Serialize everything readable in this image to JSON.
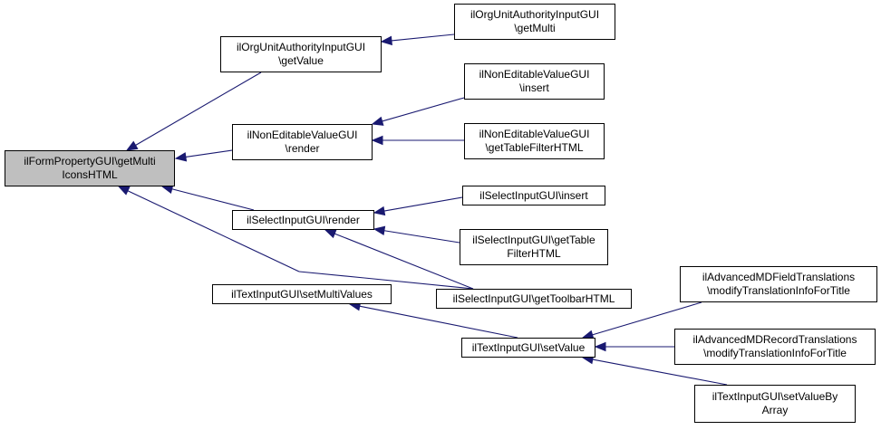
{
  "diagram": {
    "edge_color": "#191970",
    "root_fill": "#bfbfbf",
    "node_fill": "#ffffff",
    "nodes": [
      {
        "id": "root",
        "lines": [
          "ilFormPropertyGUI\\getMulti",
          "IconsHTML"
        ]
      },
      {
        "id": "org_getvalue",
        "lines": [
          "ilOrgUnitAuthorityInputGUI",
          "\\getValue"
        ]
      },
      {
        "id": "org_getmulti",
        "lines": [
          "ilOrgUnitAuthorityInputGUI",
          "\\getMulti"
        ]
      },
      {
        "id": "ne_render",
        "lines": [
          "ilNonEditableValueGUI",
          "\\render"
        ]
      },
      {
        "id": "ne_insert",
        "lines": [
          "ilNonEditableValueGUI",
          "\\insert"
        ]
      },
      {
        "id": "ne_gettable",
        "lines": [
          "ilNonEditableValueGUI",
          "\\getTableFilterHTML"
        ]
      },
      {
        "id": "sel_render",
        "lines": [
          "ilSelectInputGUI\\render"
        ]
      },
      {
        "id": "sel_insert",
        "lines": [
          "ilSelectInputGUI\\insert"
        ]
      },
      {
        "id": "sel_gettable",
        "lines": [
          "ilSelectInputGUI\\getTable",
          "FilterHTML"
        ]
      },
      {
        "id": "sel_toolbar",
        "lines": [
          "ilSelectInputGUI\\getToolbarHTML"
        ]
      },
      {
        "id": "txt_setmulti",
        "lines": [
          "ilTextInputGUI\\setMultiValues"
        ]
      },
      {
        "id": "txt_setvalue",
        "lines": [
          "ilTextInputGUI\\setValue"
        ]
      },
      {
        "id": "adv_field",
        "lines": [
          "ilAdvancedMDFieldTranslations",
          "\\modifyTranslationInfoForTitle"
        ]
      },
      {
        "id": "adv_record",
        "lines": [
          "ilAdvancedMDRecordTranslations",
          "\\modifyTranslationInfoForTitle"
        ]
      },
      {
        "id": "txt_setbyarray",
        "lines": [
          "ilTextInputGUI\\setValueBy",
          "Array"
        ]
      }
    ],
    "edges": [
      {
        "from": "org_getvalue",
        "to": "root"
      },
      {
        "from": "ne_render",
        "to": "root"
      },
      {
        "from": "sel_render",
        "to": "root"
      },
      {
        "from": "sel_toolbar",
        "to": "root"
      },
      {
        "from": "org_getmulti",
        "to": "org_getvalue"
      },
      {
        "from": "ne_insert",
        "to": "ne_render"
      },
      {
        "from": "ne_gettable",
        "to": "ne_render"
      },
      {
        "from": "sel_insert",
        "to": "sel_render"
      },
      {
        "from": "sel_gettable",
        "to": "sel_render"
      },
      {
        "from": "sel_toolbar",
        "to": "sel_render"
      },
      {
        "from": "txt_setvalue",
        "to": "txt_setmulti"
      },
      {
        "from": "adv_field",
        "to": "txt_setvalue"
      },
      {
        "from": "adv_record",
        "to": "txt_setvalue"
      },
      {
        "from": "txt_setbyarray",
        "to": "txt_setvalue"
      }
    ]
  }
}
